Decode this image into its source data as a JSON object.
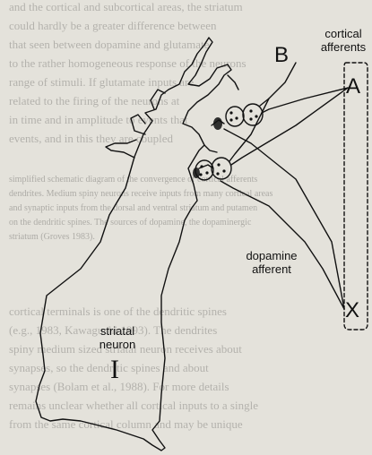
{
  "labels": {
    "cortical_afferents": [
      "cortical",
      "afferents"
    ],
    "B": "B",
    "A": "A",
    "X": "X",
    "dopamine_afferent": [
      "dopamine",
      "afferent"
    ],
    "striatal_neuron": [
      "striatal",
      "neuron"
    ],
    "I": "I"
  },
  "background_text": [
    "and the cortical and subcortical areas, the striatum",
    "could hardly be a greater difference between",
    "that seen between dopamine and glutamate",
    "to the rather homogeneous response of the neurons",
    "range of stimuli. If glutamate inputs are",
    "related to the firing of the neurons at",
    "in time and in amplitude to events that",
    "events, and in this they are coupled",
    "simplified schematic diagram of the convergence of cortical afferents",
    "dendrites. Medium spiny neurons receive inputs from many cortical areas",
    "and synaptic inputs from the dorsal and ventral striatum and putamen",
    "on the dendritic spines. The sources of dopamine, the dopaminergic",
    "striatum (Groves 1983).",
    "cortical terminals is one of the dendritic spines",
    "(e.g., 1983, Kawaguchi 1993). The dendrites",
    "spiny medium sized striatal neuron receives about",
    "synapses, so the dendritic spines and about",
    "synapses (Bolam et al., 1988). For more details",
    "remains unclear whether all cortical inputs to a single",
    "from the same cortical column and may be unique"
  ],
  "colors": {
    "ink": "#111111",
    "paper": "#e4e2db"
  }
}
